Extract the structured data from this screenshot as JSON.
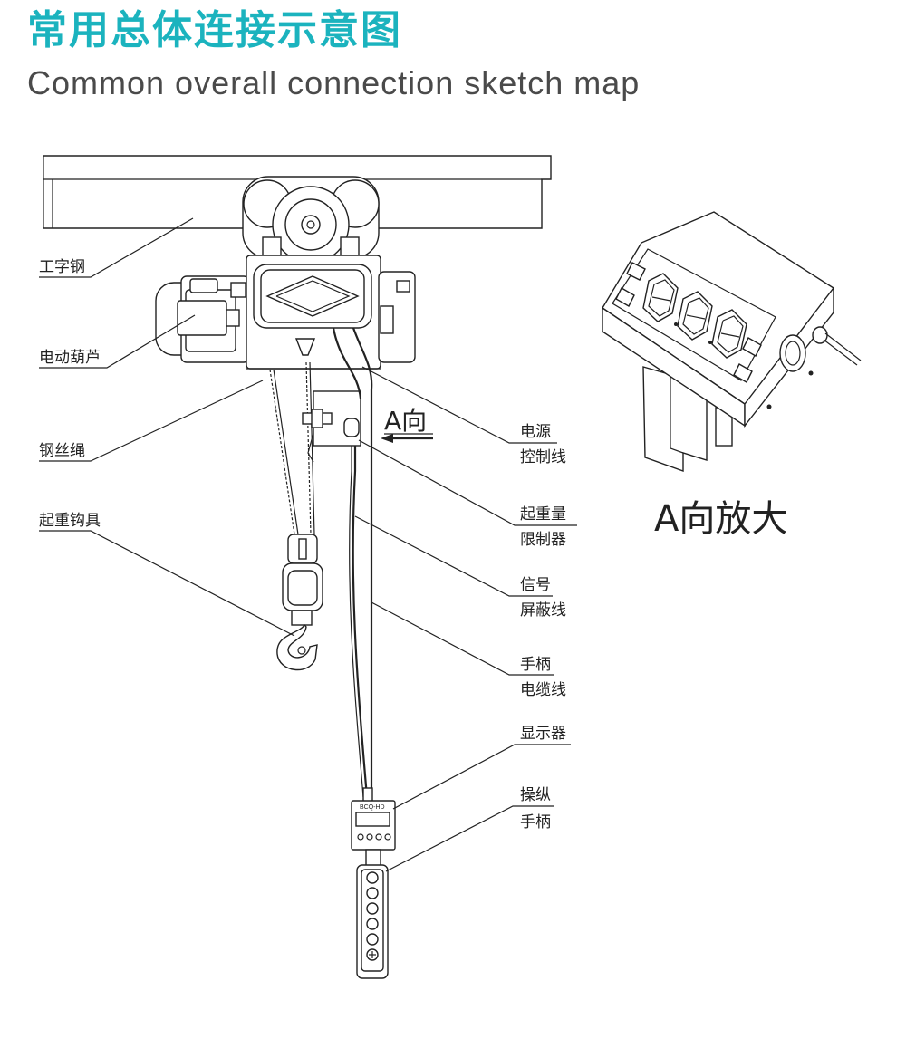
{
  "title": {
    "cn": "常用总体连接示意图",
    "en": "Common overall connection sketch map"
  },
  "colors": {
    "title_accent": "#1bb3be",
    "line": "#222222",
    "subtitle": "#4a4a4a"
  },
  "labels_left": {
    "i_beam": "工字钢",
    "electric_hoist": "电动葫芦",
    "wire_rope": "钢丝绳",
    "lifting_hook": "起重钩具"
  },
  "labels_right": {
    "power_control_1": "电源",
    "power_control_2": "控制线",
    "limiter_1": "起重量",
    "limiter_2": "限制器",
    "signal_1": "信号",
    "signal_2": "屏蔽线",
    "handle_cable_1": "手柄",
    "handle_cable_2": "电缆线",
    "display": "显示器",
    "operating_1": "操纵",
    "operating_2": "手柄"
  },
  "direction_marker": "A向",
  "zoom_caption": "A向放大",
  "display_brand": "BCQ-HD"
}
